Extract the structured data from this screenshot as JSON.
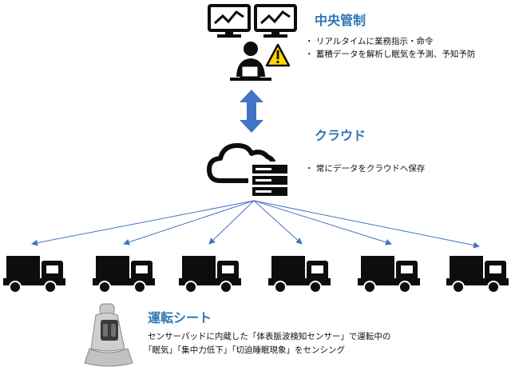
{
  "central": {
    "title": "中央管制",
    "bullets": [
      "・ リアルタイムに業務指示・命令",
      "・ 蓄積データを解析し眠気を予測、予知予防"
    ]
  },
  "cloud": {
    "title": "クラウド",
    "bullets": [
      "・ 常にデータをクラウドへ保存"
    ]
  },
  "seat": {
    "title": "運転シート",
    "description_lines": [
      "センサーパッドに内蔵した「体表脈波検知センサー」で運転中の",
      "「眠気」「集中力低下」「切迫睡眠現象」をセンシング"
    ]
  },
  "colors": {
    "accent_blue": "#2e75b6",
    "arrow_blue": "#4472c4",
    "icon_black": "#0d0d0d",
    "warning_yellow": "#ffd700"
  },
  "icons": {
    "monitors": [
      "chart-monitor-icon",
      "chart-monitor-icon"
    ],
    "operator": "operator-at-laptop-icon",
    "warning": "warning-triangle-icon",
    "link": "bidirectional-arrow-icon",
    "cloud": "cloud-server-icon",
    "truck": "truck-icon",
    "seat": "car-seat-icon"
  },
  "truck_count": 6
}
